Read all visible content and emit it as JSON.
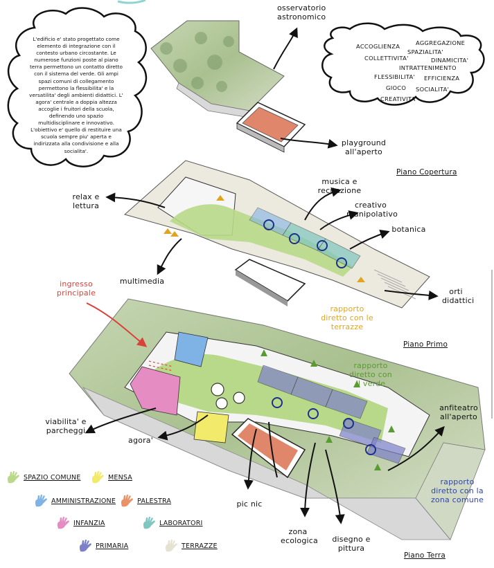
{
  "intro_text": "L'edificio e' stato progettato come elemento di integrazione con il contesto urbano circostante. Le numerose funzioni poste al piano terra permettono un contatto diretto con il sistema del verde. Gli ampi spazi comuni di collegamento permettono la flessibilita' e la versatilita' degli ambienti didattici. L' agora' centrale a doppia altezza accoglie i fruitori della scuola, definendo uno spazio multidisciplinare e innovativo. L'obiettivo e' quello di restituire una scuola sempre piu' aperta e indirizzata alla condivisione e alla socialita'.",
  "keywords": [
    "ACCOGLIENZA",
    "AGGREGAZIONE",
    "SPAZIALITA'",
    "COLLETTIVITA'",
    "DINAMICITA'",
    "INTRATTENIMENTO",
    "FLESSIBILITA'",
    "EFFICIENZA",
    "GIOCO",
    "SOCIALITA'",
    "CREATIVITA'"
  ],
  "floors": {
    "roof": "Piano Copertura",
    "first": "Piano Primo",
    "ground": "Piano Terra"
  },
  "labels": {
    "observatory": "osservatorio astronomico",
    "playground": "playground all'aperto",
    "music": "musica e recitazione",
    "relax": "relax e lettura",
    "creative": "creativo manipolativo",
    "botany": "botanica",
    "multimedia": "multimedia",
    "gardens": "orti didattici",
    "entrance": "ingresso principale",
    "terrace_rel": "rapporto diretto con le terrazze",
    "green_rel": "rapporto diretto con il verde",
    "amphitheatre": "anfiteatro all'aperto",
    "parking": "viabilita' e parcheggi",
    "agora": "agora'",
    "picnic": "pic nic",
    "eco_zone": "zona ecologica",
    "drawing": "disegno e pittura",
    "common_rel": "rapporto diretto con la zona comune"
  },
  "legend": [
    {
      "label": "SPAZIO COMUNE",
      "color": "#b9d98a",
      "icon": "hand-icon"
    },
    {
      "label": "MENSA",
      "color": "#f2ea6b",
      "icon": "hand-icon"
    },
    {
      "label": "AMMINISTRAZIONE",
      "color": "#7fb3e6",
      "icon": "hand-icon"
    },
    {
      "label": "PALESTRA",
      "color": "#e99268",
      "icon": "hand-icon"
    },
    {
      "label": "INFANZIA",
      "color": "#e58cc2",
      "icon": "hand-icon"
    },
    {
      "label": "LABORATORI",
      "color": "#7fc6c0",
      "icon": "hand-icon"
    },
    {
      "label": "PRIMARIA",
      "color": "#7c80c9",
      "icon": "hand-icon"
    },
    {
      "label": "TERRAZZE",
      "color": "#e6e2d2",
      "icon": "hand-icon"
    }
  ],
  "colors": {
    "entrance": "#d9423a",
    "terraces_text": "#e0a520",
    "green_text": "#5a9a32",
    "common_text": "#3246a8",
    "gym": "#e0866a",
    "common": "#b9d98a"
  }
}
